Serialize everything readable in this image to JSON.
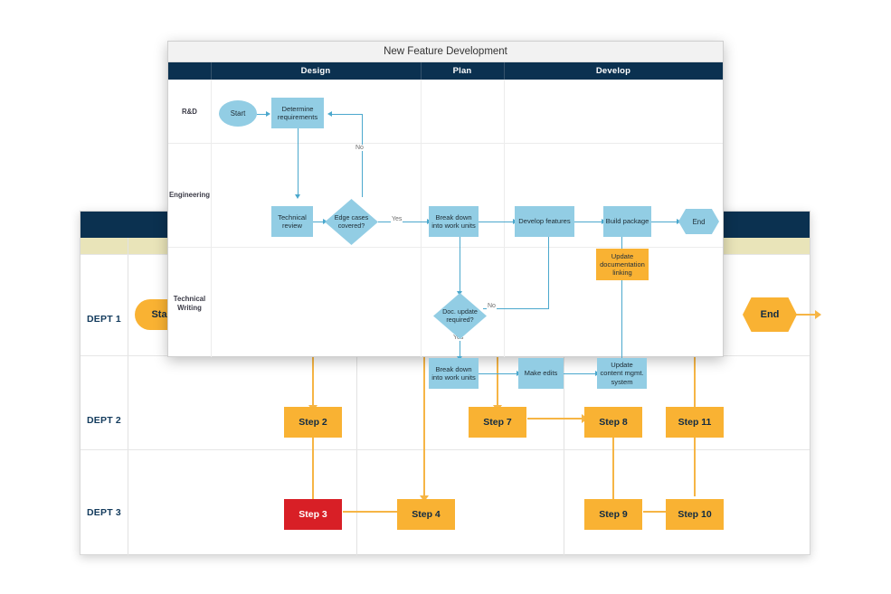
{
  "background_diagram": {
    "name": "departmental-step-swimlane",
    "colors": {
      "header": "#0b3150",
      "band": "#e9e4b9",
      "node": "#f9b233",
      "alert_node": "#d81f26",
      "connector": "#f6b545",
      "label_text": "#123a5c"
    },
    "row_labels": [
      "DEPT 1",
      "DEPT 2",
      "DEPT 3"
    ],
    "nodes": [
      {
        "id": "start",
        "label": "Start",
        "shape": "capsule",
        "row": "DEPT 1",
        "state": "normal"
      },
      {
        "id": "end",
        "label": "End",
        "shape": "hexagon",
        "row": "DEPT 1",
        "state": "normal"
      },
      {
        "id": "s2",
        "label": "Step 2",
        "shape": "rect",
        "row": "DEPT 2",
        "state": "normal"
      },
      {
        "id": "s7",
        "label": "Step 7",
        "shape": "rect",
        "row": "DEPT 2",
        "state": "normal"
      },
      {
        "id": "s8",
        "label": "Step 8",
        "shape": "rect",
        "row": "DEPT 2",
        "state": "normal"
      },
      {
        "id": "s11",
        "label": "Step 11",
        "shape": "rect",
        "row": "DEPT 2",
        "state": "normal"
      },
      {
        "id": "s3",
        "label": "Step 3",
        "shape": "rect",
        "row": "DEPT 3",
        "state": "alert"
      },
      {
        "id": "s4",
        "label": "Step 4",
        "shape": "rect",
        "row": "DEPT 3",
        "state": "normal"
      },
      {
        "id": "s9",
        "label": "Step 9",
        "shape": "rect",
        "row": "DEPT 3",
        "state": "normal"
      },
      {
        "id": "s10",
        "label": "Step 10",
        "shape": "rect",
        "row": "DEPT 3",
        "state": "normal"
      }
    ],
    "edges": [
      {
        "from": "s2",
        "to": "s3",
        "label": ""
      },
      {
        "from": "s3",
        "to": "s4",
        "label": ""
      },
      {
        "from": "s7",
        "to": "s8",
        "label": ""
      },
      {
        "from": "s8",
        "to": "s9",
        "label": ""
      },
      {
        "from": "s9",
        "to": "s10",
        "label": ""
      },
      {
        "from": "s10",
        "to": "s11",
        "label": ""
      }
    ]
  },
  "foreground_diagram": {
    "title": "New Feature Development",
    "colors": {
      "header": "#0b3150",
      "titlebar": "#f2f2f2",
      "node": "#92cde4",
      "highlight_node": "#f9b233",
      "connector": "#4ba8cd",
      "edge_label": "#6d6d6d"
    },
    "column_headers": [
      "",
      "Design",
      "Plan",
      "Develop"
    ],
    "row_labels": [
      "R&D",
      "Engineering",
      "Technical Writing"
    ],
    "nodes": [
      {
        "id": "start",
        "label": "Start",
        "shape": "ellipse",
        "lane": "R&D",
        "column": "Design"
      },
      {
        "id": "determine",
        "label": "Determine requirements",
        "shape": "rect",
        "lane": "R&D",
        "column": "Design"
      },
      {
        "id": "techreview",
        "label": "Technical review",
        "shape": "rect",
        "lane": "Engineering",
        "column": "Design"
      },
      {
        "id": "edgecases",
        "label": "Edge cases covered?",
        "shape": "diamond",
        "lane": "Engineering",
        "column": "Design"
      },
      {
        "id": "breakdown1",
        "label": "Break down into work units",
        "shape": "rect",
        "lane": "Engineering",
        "column": "Plan"
      },
      {
        "id": "develop",
        "label": "Develop features",
        "shape": "rect",
        "lane": "Engineering",
        "column": "Develop"
      },
      {
        "id": "build",
        "label": "Build package",
        "shape": "rect",
        "lane": "Engineering",
        "column": "Develop"
      },
      {
        "id": "end",
        "label": "End",
        "shape": "hexagon",
        "lane": "Engineering",
        "column": "Develop"
      },
      {
        "id": "updatedoclink",
        "label": "Update documentation linking",
        "shape": "rect",
        "lane": "Engineering",
        "column": "Develop",
        "highlighted": true
      },
      {
        "id": "docupdate",
        "label": "Doc. update required?",
        "shape": "diamond",
        "lane": "Technical Writing",
        "column": "Plan"
      },
      {
        "id": "breakdown2",
        "label": "Break down into work units",
        "shape": "rect",
        "lane": "Technical Writing",
        "column": "Plan"
      },
      {
        "id": "makeedits",
        "label": "Make edits",
        "shape": "rect",
        "lane": "Technical Writing",
        "column": "Develop"
      },
      {
        "id": "updatecms",
        "label": "Update content mgmt. system",
        "shape": "rect",
        "lane": "Technical Writing",
        "column": "Develop"
      }
    ],
    "edges": [
      {
        "from": "start",
        "to": "determine",
        "label": ""
      },
      {
        "from": "determine",
        "to": "techreview",
        "label": ""
      },
      {
        "from": "techreview",
        "to": "edgecases",
        "label": ""
      },
      {
        "from": "edgecases",
        "to": "determine",
        "label": "No"
      },
      {
        "from": "edgecases",
        "to": "breakdown1",
        "label": "Yes"
      },
      {
        "from": "breakdown1",
        "to": "develop",
        "label": ""
      },
      {
        "from": "develop",
        "to": "build",
        "label": ""
      },
      {
        "from": "build",
        "to": "end",
        "label": ""
      },
      {
        "from": "breakdown1",
        "to": "docupdate",
        "label": ""
      },
      {
        "from": "docupdate",
        "to": "develop",
        "label": "No"
      },
      {
        "from": "docupdate",
        "to": "breakdown2",
        "label": "Yes"
      },
      {
        "from": "breakdown2",
        "to": "makeedits",
        "label": ""
      },
      {
        "from": "makeedits",
        "to": "updatecms",
        "label": ""
      },
      {
        "from": "updatecms",
        "to": "updatedoclink",
        "label": ""
      },
      {
        "from": "updatedoclink",
        "to": "build",
        "label": ""
      }
    ],
    "edge_labels": {
      "no1": "No",
      "yes1": "Yes",
      "no2": "No",
      "yes2": "Yes"
    }
  }
}
